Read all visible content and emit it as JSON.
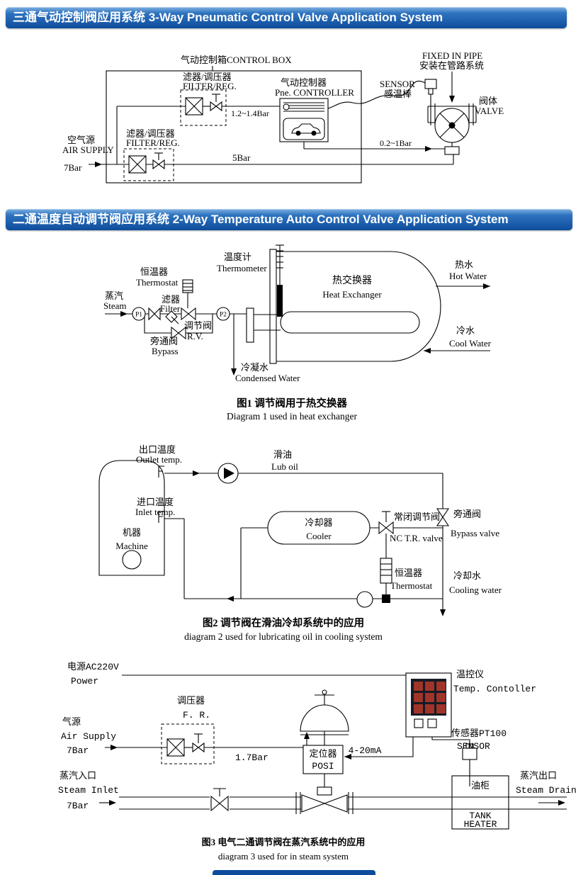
{
  "banners": {
    "b1": "三通气动控制阀应用系统 3-Way Pneumatic Control Valve Application System",
    "b2": "二通温度自动调节阀应用系统 2-Way Temperature Auto Control Valve Application System"
  },
  "colors": {
    "banner_blue": "#0d4c9b",
    "display_bg": "#161b26",
    "led_red": "#a03428"
  },
  "da": {
    "box": "气动控制箱CONTROL BOX",
    "f1cn": "滤器/调压器",
    "f1en": "FILTER/REG.",
    "p12": "1.2~1.4Bar",
    "ctlcn": "气动控制器",
    "ctlen": "Pne. CONTROLLER",
    "fixen": "FIXED IN PIPE",
    "fixcn": "安装在管路系统",
    "sen": "SENSOR",
    "scn": "感温棒",
    "vcn": "阀体",
    "ven": "VALVE",
    "f2cn": "滤器/调压器",
    "f2en": "FILTER/REG.",
    "aircn": "空气源",
    "airen": "AIR SUPPLY",
    "airbar": "7Bar",
    "p5": "5Bar",
    "pout": "0.2~1Bar"
  },
  "d1": {
    "thmcn": "温度计",
    "thmen": "Thermometer",
    "thscn": "恒温器",
    "thsen": "Thermostat",
    "hxcn": "热交换器",
    "hxen": "Heat Exchanger",
    "hotcn": "热水",
    "hoten": "Hot Water",
    "coolcn": "冷水",
    "coolen": "Cool Water",
    "steamcn": "蒸汽",
    "steamen": "Steam",
    "p1": "P1",
    "p2": "P2",
    "fcn": "滤器",
    "fen": "Filter",
    "rvcn": "调节阀",
    "rven": "R.V.",
    "bpcn": "旁通阀",
    "bpen": "Bypass",
    "ccn": "冷凝水",
    "cen": "Condensed Water",
    "capcn": "图1 调节阀用于热交换器",
    "capen": "Diagram 1 used in heat exchanger"
  },
  "d2": {
    "outcn": "出口温度",
    "outen": "Outlet temp.",
    "incn": "进口温度",
    "inen": "Inlet temp.",
    "mcn": "机器",
    "men": "Machine",
    "lubcn": "滑油",
    "luben": "Lub oil",
    "clrcn": "冷却器",
    "clren": "Cooler",
    "nccn": "常闭调节阀",
    "ncen": "NC T.R. valve",
    "bpcn": "旁通阀",
    "bpen": "Bypass valve",
    "thscn": "恒温器",
    "thsen": "Thermostat",
    "cwcn": "冷却水",
    "cwen": "Cooling water",
    "capcn": "图2 调节阀在滑油冷却系统中的应用",
    "capen": "diagram 2 used for lubricating oil in cooling system"
  },
  "d3": {
    "pwrcn": "电源AC220V",
    "pwren": "Power",
    "tccn": "温控仪",
    "tcen": "Temp. Contoller",
    "frcn": "调压器",
    "fren": "F. R.",
    "aircn": "气源",
    "airen": "Air Supply",
    "airbar": "7Bar",
    "bar": "1.7Bar",
    "poscn": "定位器",
    "posen": "POSI",
    "ma": "4-20mA",
    "snscn": "传感器PT100",
    "snsen": "SENSOR",
    "tankcn": "油柜",
    "tank1": "TANK",
    "tank2": "HEATER",
    "incn": "蒸汽入口",
    "inen": "Steam Inlet",
    "inbar": "7Bar",
    "outcn": "蒸汽出口",
    "outen": "Steam Drain",
    "capcn": "图3 电气二通调节阀在蒸汽系统中的应用",
    "capen": "diagram 3 used for in steam system"
  }
}
